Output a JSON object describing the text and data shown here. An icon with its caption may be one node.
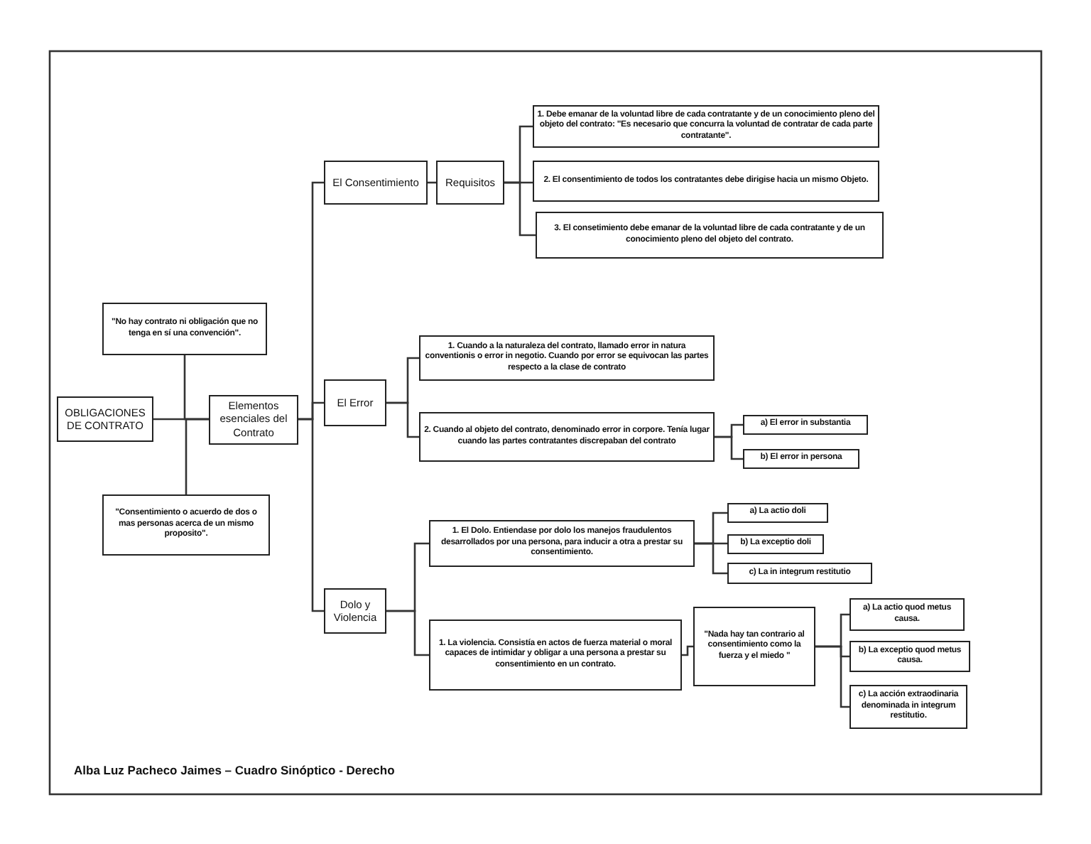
{
  "diagram": {
    "nodes": [
      {
        "text": [
          "OBLIGACIONES DE CONTRATO"
        ]
      },
      {
        "text": [
          "\"No hay contrato ni obligación que no tenga en sí una convención\"."
        ]
      },
      {
        "text": [
          "\"Consentimiento o acuerdo de dos o mas personas acerca de un mismo proposito\"."
        ]
      },
      {
        "text": [
          "Elementos esenciales del Contrato"
        ]
      },
      {
        "text": [
          "El Consentimiento"
        ]
      },
      {
        "text": [
          "Requisitos"
        ]
      },
      {
        "text": [
          "1. Debe emanar de la voluntad libre de cada contratante y de un conocimiento pleno del objeto del contrato: \"Es necesario que concurra la voluntad de contratar de cada parte contratante\"."
        ]
      },
      {
        "text": [
          "2. El consentimiento de todos los contratantes debe dirigise hacia un mismo Objeto."
        ]
      },
      {
        "text": [
          "3. El consetimiento debe emanar de la voluntad libre de cada contratante y de un conocimiento pleno del objeto del contrato."
        ]
      },
      {
        "text": [
          "El Error"
        ]
      },
      {
        "text": [
          "1. Cuando a la naturaleza del contrato, llamado error in natura conventionis o error in negotio. Cuando por error se equivocan las partes respecto a la clase de contrato"
        ]
      },
      {
        "text": [
          "2. Cuando al objeto del contrato, denominado error in corpore. Tenía lugar cuando las partes contratantes discrepaban del contrato"
        ]
      },
      {
        "text": [
          "a) El error in substantia"
        ]
      },
      {
        "text": [
          "b) El error in persona"
        ]
      },
      {
        "text": [
          "Dolo y Violencia"
        ]
      },
      {
        "text": [
          "1. El Dolo. Entiendase por dolo los manejos fraudulentos desarrollados por una persona, para inducir a otra a prestar su consentimiento."
        ]
      },
      {
        "text": [
          "a) La actio doli"
        ]
      },
      {
        "text": [
          "b) La exceptio doli"
        ]
      },
      {
        "text": [
          "c) La in integrum restitutio"
        ]
      },
      {
        "text": [
          "1. La violencia. Consistía en actos de fuerza material o moral capaces de intimidar y obligar a una persona a prestar su consentimiento en un contrato."
        ]
      },
      {
        "text": [
          "\"Nada hay tan contrario al consentimiento como la fuerza y el miedo \""
        ]
      },
      {
        "text": [
          "a) La actio quod metus causa."
        ]
      },
      {
        "text": [
          "b) La exceptio quod metus causa."
        ]
      },
      {
        "text": [
          "c) La acción extraodinaria denominada in integrum restitutio."
        ]
      }
    ],
    "edges": [
      {
        "from": 0,
        "to": 3,
        "arrow": "none"
      },
      {
        "from": 1,
        "to": 3,
        "arrow": "none"
      },
      {
        "from": 2,
        "to": 3,
        "arrow": "none"
      },
      {
        "from": 3,
        "to": 4,
        "arrow": "none"
      },
      {
        "from": 3,
        "to": 9,
        "arrow": "none"
      },
      {
        "from": 3,
        "to": 14,
        "arrow": "none"
      },
      {
        "from": 4,
        "to": 5,
        "arrow": "none"
      },
      {
        "from": 5,
        "to": 6,
        "arrow": "none"
      },
      {
        "from": 5,
        "to": 7,
        "arrow": "none"
      },
      {
        "from": 5,
        "to": 8,
        "arrow": "none"
      },
      {
        "from": 9,
        "to": 10,
        "arrow": "none"
      },
      {
        "from": 9,
        "to": 11,
        "arrow": "none"
      },
      {
        "from": 11,
        "to": 12,
        "arrow": "none"
      },
      {
        "from": 11,
        "to": 13,
        "arrow": "none"
      },
      {
        "from": 14,
        "to": 15,
        "arrow": "none"
      },
      {
        "from": 14,
        "to": 19,
        "arrow": "none"
      },
      {
        "from": 15,
        "to": 16,
        "arrow": "none"
      },
      {
        "from": 15,
        "to": 17,
        "arrow": "none"
      },
      {
        "from": 15,
        "to": 18,
        "arrow": "none"
      },
      {
        "from": 19,
        "to": 20,
        "arrow": "none"
      },
      {
        "from": 20,
        "to": 21,
        "arrow": "none"
      },
      {
        "from": 20,
        "to": 22,
        "arrow": "none"
      },
      {
        "from": 20,
        "to": 23,
        "arrow": "none"
      }
    ],
    "labels": [
      "Alba Luz Pacheco Jaimes – Cuadro Sinóptico - Derecho"
    ]
  }
}
